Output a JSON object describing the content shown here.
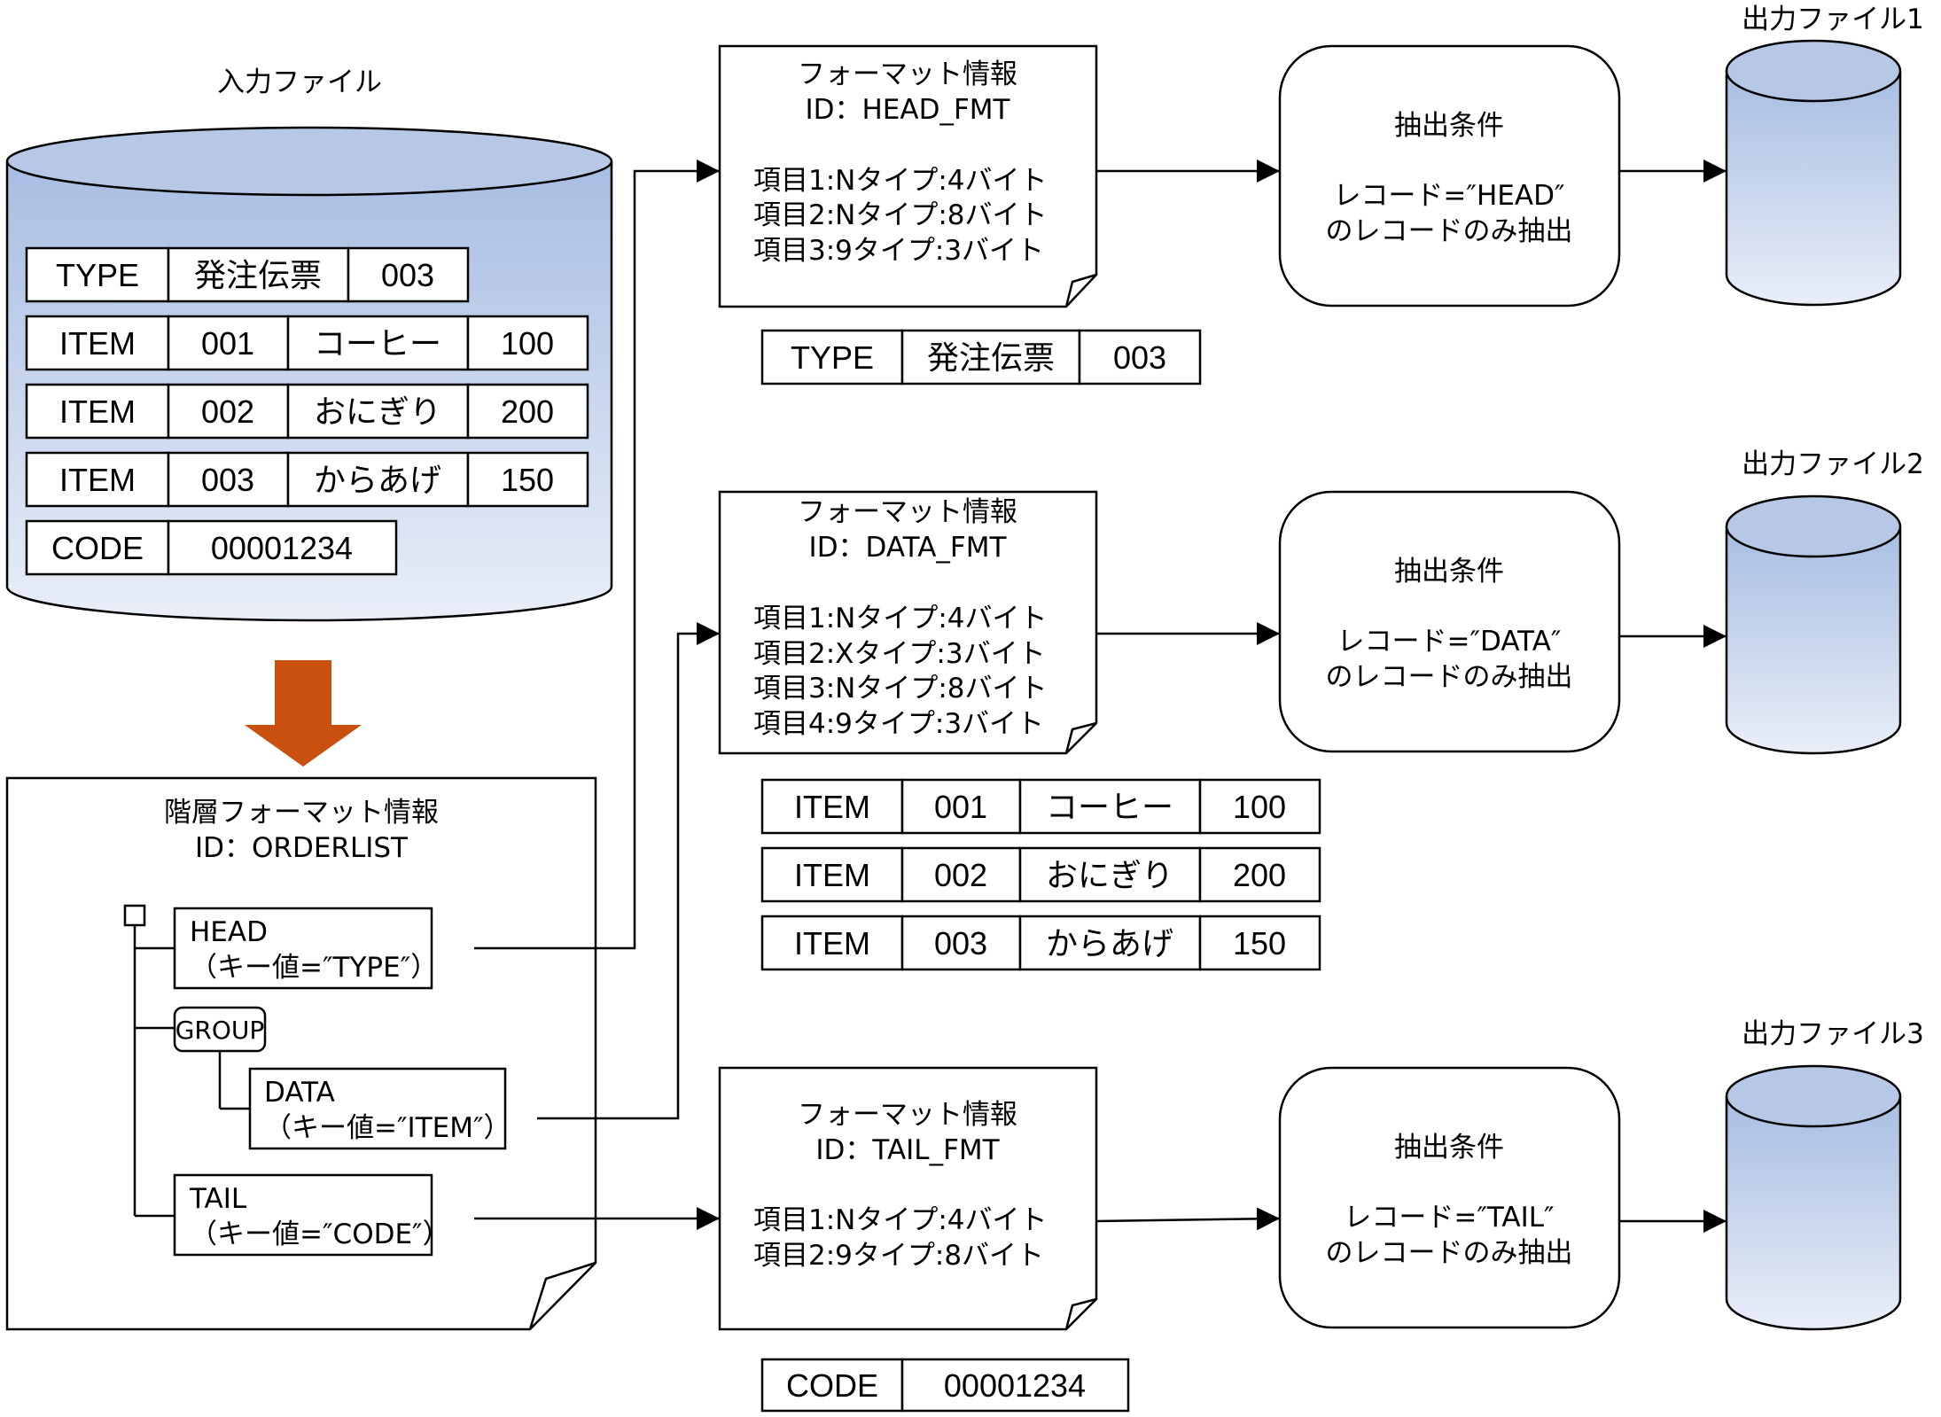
{
  "input_file": {
    "title": "入力ファイル",
    "rows": [
      [
        "TYPE",
        "発注伝票",
        "003"
      ],
      [
        "ITEM",
        "001",
        "コーヒー",
        "100"
      ],
      [
        "ITEM",
        "002",
        "おにぎり",
        "200"
      ],
      [
        "ITEM",
        "003",
        "からあげ",
        "150"
      ],
      [
        "CODE",
        "00001234"
      ]
    ]
  },
  "hierarchy": {
    "title": "階層フォーマット情報",
    "id": "ID：ORDERLIST",
    "nodes": {
      "head": {
        "name": "HEAD",
        "key": "（キー値=″TYPE″）"
      },
      "group": {
        "name": "GROUP"
      },
      "data": {
        "name": "DATA",
        "key": "（キー値=″ITEM″）"
      },
      "tail": {
        "name": "TAIL",
        "key": "（キー値=″CODE″）"
      }
    }
  },
  "formats": [
    {
      "title": "フォーマット情報",
      "id": "ID：HEAD_FMT",
      "items": [
        "項目1:Nタイプ:4バイト",
        "項目2:Nタイプ:8バイト",
        "項目3:9タイプ:3バイト"
      ],
      "condition": {
        "title": "抽出条件",
        "line1": "レコード=″HEAD″",
        "line2": "のレコードのみ抽出"
      },
      "output": "出力ファイル1",
      "records": [
        [
          "TYPE",
          "発注伝票",
          "003"
        ]
      ]
    },
    {
      "title": "フォーマット情報",
      "id": "ID：DATA_FMT",
      "items": [
        "項目1:Nタイプ:4バイト",
        "項目2:Xタイプ:3バイト",
        "項目3:Nタイプ:8バイト",
        "項目4:9タイプ:3バイト"
      ],
      "condition": {
        "title": "抽出条件",
        "line1": "レコード=″DATA″",
        "line2": "のレコードのみ抽出"
      },
      "output": "出力ファイル2",
      "records": [
        [
          "ITEM",
          "001",
          "コーヒー",
          "100"
        ],
        [
          "ITEM",
          "002",
          "おにぎり",
          "200"
        ],
        [
          "ITEM",
          "003",
          "からあげ",
          "150"
        ]
      ]
    },
    {
      "title": "フォーマット情報",
      "id": "ID：TAIL_FMT",
      "items": [
        "項目1:Nタイプ:4バイト",
        "項目2:9タイプ:8バイト"
      ],
      "condition": {
        "title": "抽出条件",
        "line1": "レコード=″TAIL″",
        "line2": "のレコードのみ抽出"
      },
      "output": "出力ファイル3",
      "records": [
        [
          "CODE",
          "00001234"
        ]
      ]
    }
  ],
  "colors": {
    "cylinder_top": "#a7bde2",
    "cylinder_bottom": "#e9eef8",
    "arrow_orange": "#c9500e",
    "line": "#000000"
  }
}
